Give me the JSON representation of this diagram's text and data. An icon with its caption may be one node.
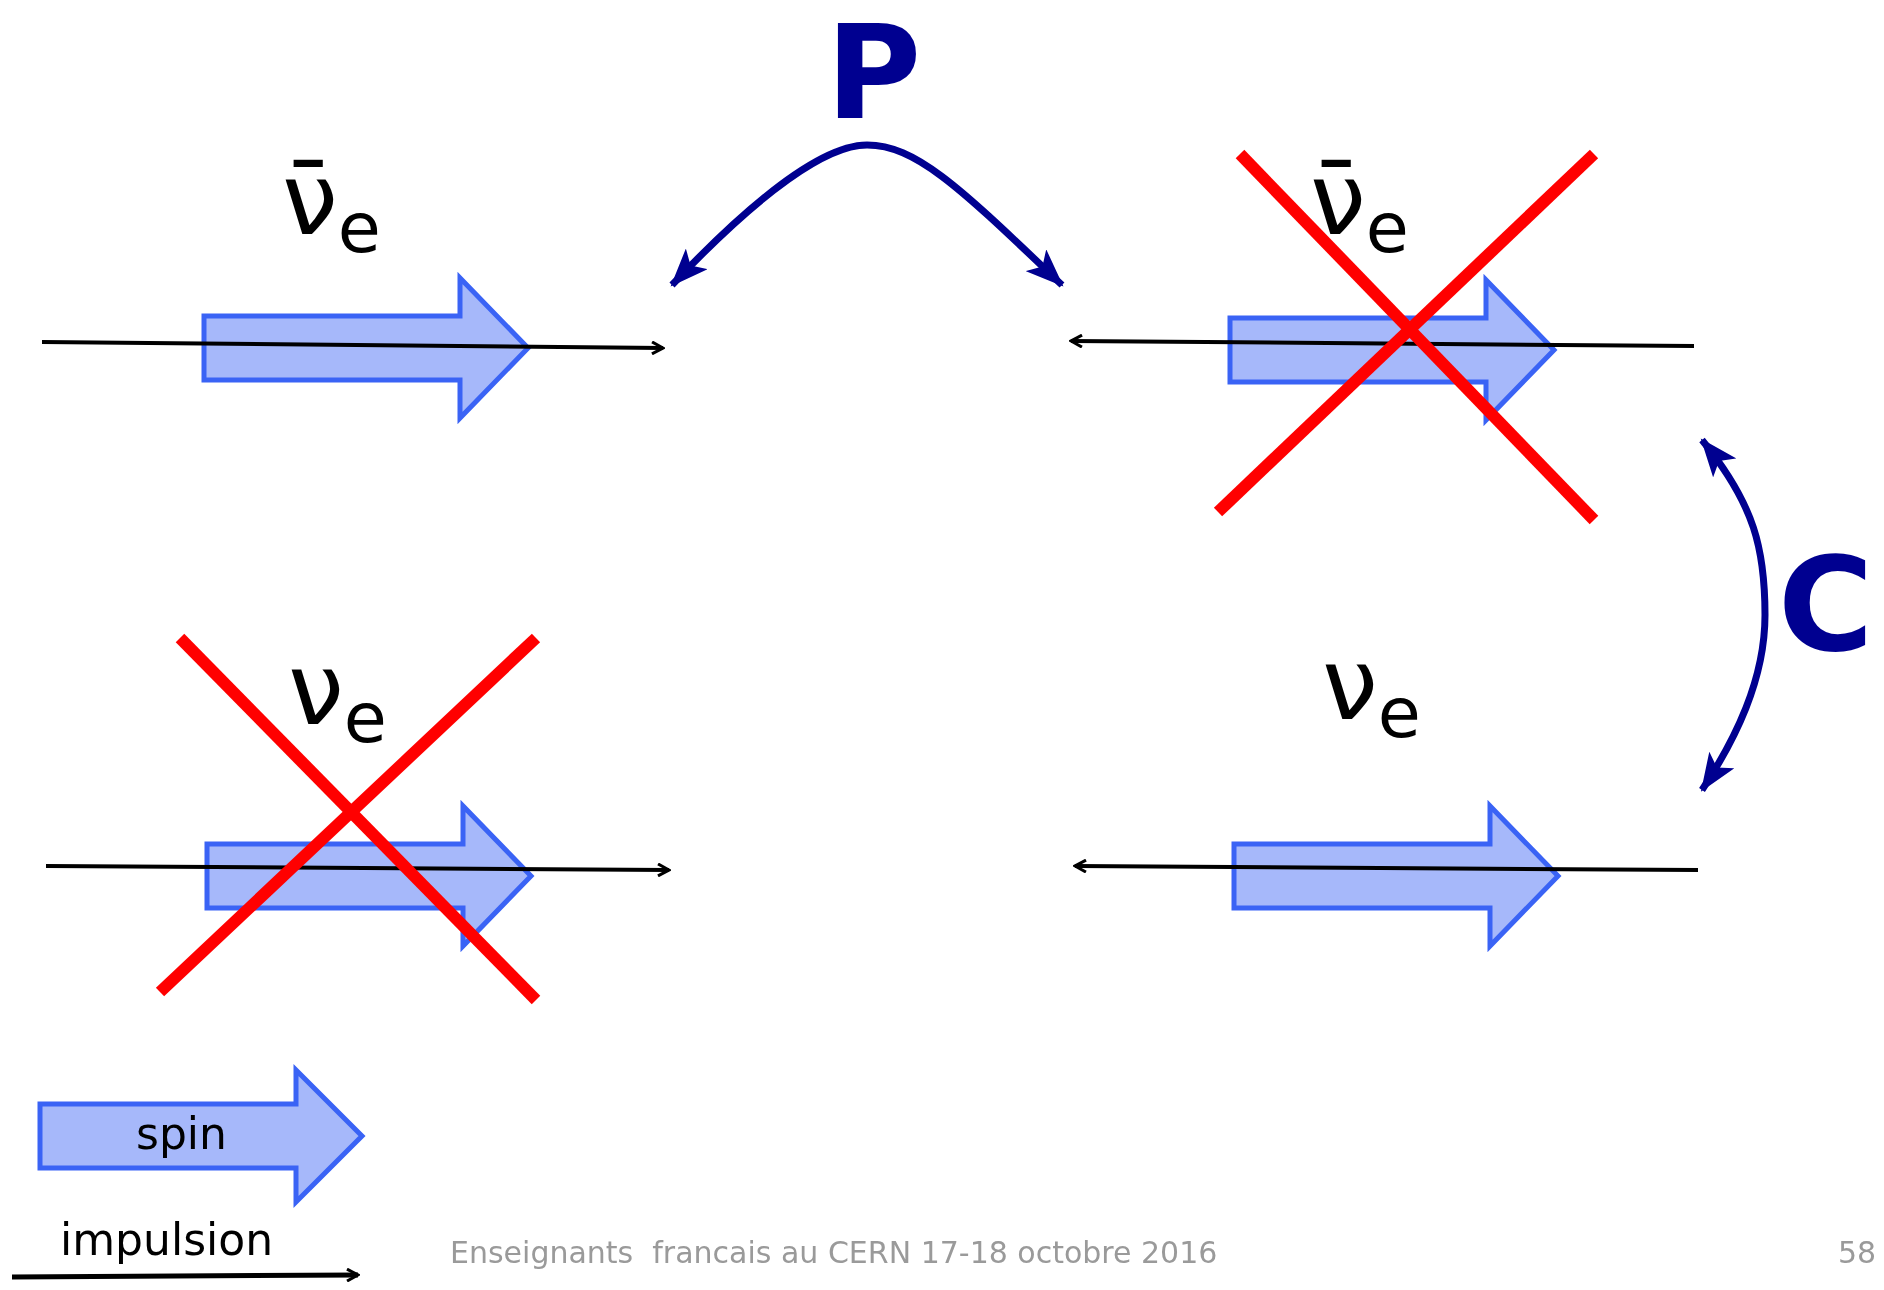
{
  "diagram": {
    "nodes": [
      {
        "text": [
          "ν̄$_{e}$"
        ]
      },
      {
        "text": [
          "ν̄$_{e}$"
        ]
      },
      {
        "text": [
          "ν$_{e}$"
        ]
      },
      {
        "text": [
          "ν$_{e}$"
        ]
      }
    ],
    "edges": [
      {
        "from": 0,
        "to": 1,
        "arrow": "both",
        "label": "P"
      },
      {
        "from": 1,
        "to": 3,
        "arrow": "both",
        "label": "C"
      }
    ],
    "labels": [
      "Enseignants  francais au CERN 17-18 octobre 2016",
      "58"
    ],
    "legend": [
      {
        "text": "spin"
      },
      {
        "text": "impulsion"
      }
    ]
  }
}
